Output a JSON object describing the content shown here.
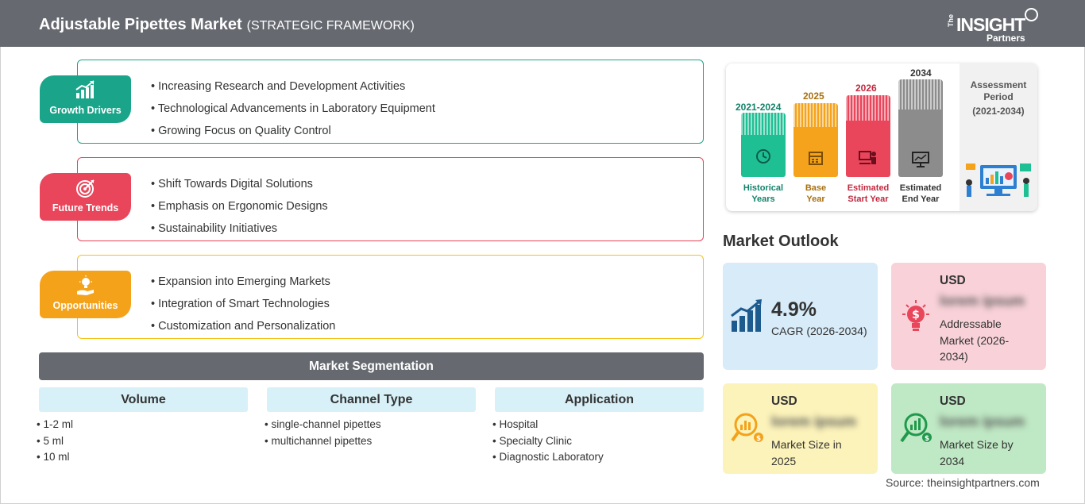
{
  "header": {
    "title": "Adjustable Pipettes Market",
    "subtitle": "(STRATEGIC FRAMEWORK)",
    "logo_the": "The",
    "logo_insight": "INSIGHT",
    "logo_partners": "Partners"
  },
  "factors": [
    {
      "label": "Growth Drivers",
      "color": "#1aa58a",
      "icon": "growth-chart-icon",
      "items": [
        "Increasing Research and Development Activities",
        "Technological Advancements in Laboratory Equipment",
        "Growing Focus on Quality Control"
      ]
    },
    {
      "label": "Future Trends",
      "color": "#e9455b",
      "icon": "target-icon",
      "items": [
        "Shift Towards Digital Solutions",
        "Emphasis on Ergonomic Designs",
        "Sustainability Initiatives"
      ]
    },
    {
      "label": "Opportunities",
      "color": "#f4a21a",
      "icon": "lightbulb-hand-icon",
      "items": [
        "Expansion into Emerging Markets",
        "Integration of Smart Technologies",
        "Customization and Personalization"
      ]
    }
  ],
  "segmentation": {
    "title": "Market Segmentation",
    "columns": [
      {
        "heading": "Volume",
        "items": [
          "1-2 ml",
          "5 ml",
          "10 ml"
        ]
      },
      {
        "heading": "Channel Type",
        "items": [
          "single-channel pipettes",
          "multichannel pipettes"
        ]
      },
      {
        "heading": "Application",
        "items": [
          "Hospital",
          "Specialty Clinic",
          "Diagnostic Laboratory"
        ]
      }
    ]
  },
  "timeline": {
    "periods": [
      {
        "year": "2021-2024",
        "caption_1": "Historical",
        "caption_2": "Years",
        "color": "#1fbf94",
        "year_color": "#12836a",
        "icon": "history-icon"
      },
      {
        "year": "2025",
        "caption_1": "Base",
        "caption_2": "Year",
        "color": "#f5a31c",
        "year_color": "#a8700f",
        "icon": "calendar-icon"
      },
      {
        "year": "2026",
        "caption_1": "Estimated",
        "caption_2": "Start Year",
        "color": "#e9455b",
        "year_color": "#c2283f",
        "icon": "presentation-icon"
      },
      {
        "year": "2034",
        "caption_1": "Estimated",
        "caption_2": "End Year",
        "color": "#8c8c8c",
        "year_color": "#333333",
        "icon": "monitor-chart-icon"
      }
    ],
    "assessment_label": "Assessment Period",
    "assessment_range": "(2021-2034)"
  },
  "outlook": {
    "title": "Market Outlook",
    "cagr_value": "4.9%",
    "cagr_label": "CAGR (2026-2034)",
    "addressable": {
      "currency": "USD",
      "value": "lorem ipsum",
      "desc": "Addressable Market (2026-2034)"
    },
    "size_2025": {
      "currency": "USD",
      "value": "lorem ipsum",
      "desc": "Market Size in 2025"
    },
    "size_2034": {
      "currency": "USD",
      "value": "lorem ipsum",
      "desc": "Market Size by 2034"
    }
  },
  "source": "Source: theinsightpartners.com"
}
